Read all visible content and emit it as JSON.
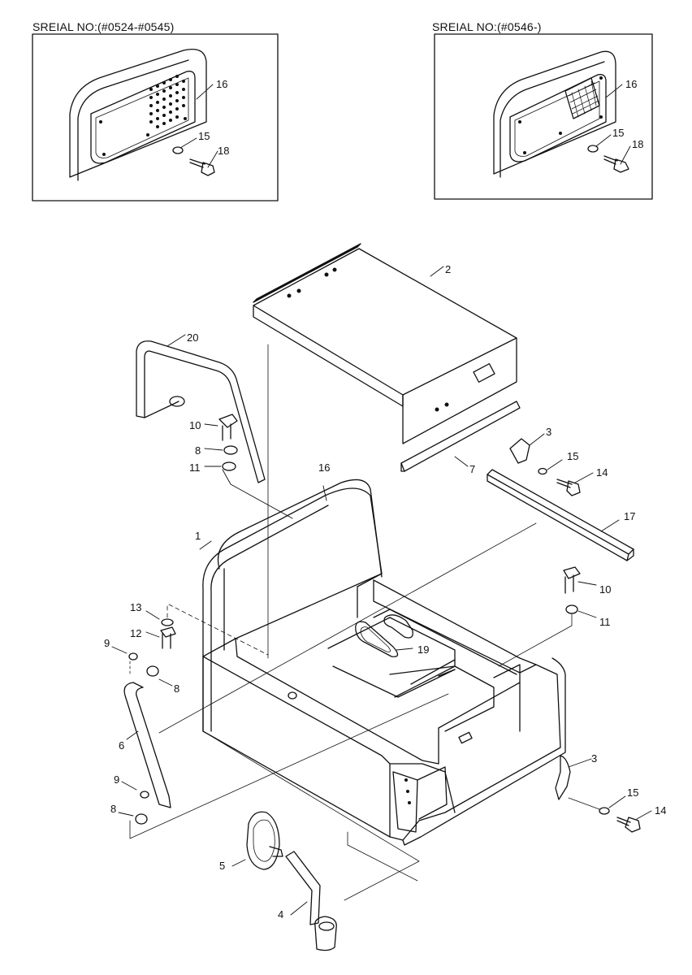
{
  "headers": {
    "left": "SREIAL NO:(#0524-#0545)",
    "right": "SREIAL NO:(#0546-)"
  },
  "colors": {
    "line": "#111111",
    "background": "#ffffff"
  },
  "callouts": {
    "l16": "16",
    "l15": "15",
    "l18": "18",
    "r16": "16",
    "r15": "15",
    "r18": "18",
    "p2": "2",
    "p20": "20",
    "p10a": "10",
    "p8a": "8",
    "p11a": "11",
    "p16": "16",
    "p1": "1",
    "p3a": "3",
    "p15a": "15",
    "p14a": "14",
    "p7": "7",
    "p17": "17",
    "p10b": "10",
    "p11b": "11",
    "p13": "13",
    "p12": "12",
    "p9a": "9",
    "p8b": "8",
    "p19": "19",
    "p6": "6",
    "p9b": "9",
    "p8c": "8",
    "p3b": "3",
    "p15b": "15",
    "p14b": "14",
    "p5": "5",
    "p4": "4"
  }
}
